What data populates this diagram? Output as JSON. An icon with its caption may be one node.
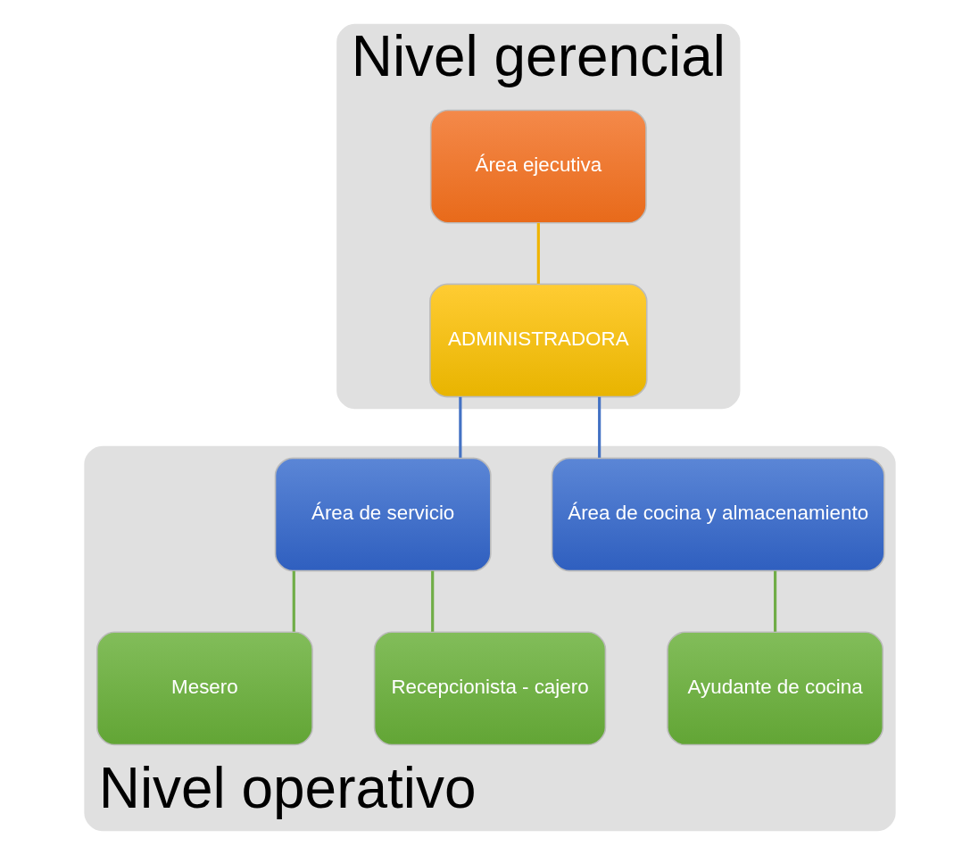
{
  "diagram": {
    "nodes": [
      {
        "text": [
          "Nivel gerencial"
        ]
      },
      {
        "text": [
          "Área ejecutiva"
        ],
        "in": 0
      },
      {
        "text": [
          "ADMINISTRADORA"
        ],
        "in": 0
      },
      {
        "text": [
          "Nivel operativo"
        ]
      },
      {
        "text": [
          "Área de cocina y almacenamiento"
        ],
        "in": 3
      },
      {
        "text": [
          "Área de servicio"
        ],
        "in": 3
      },
      {
        "text": [
          "Ayudante de cocina"
        ],
        "in": 3
      },
      {
        "text": [
          "Mesero"
        ],
        "in": 3
      },
      {
        "text": [
          "Recepcionista - cajero"
        ],
        "in": 3
      }
    ],
    "edges": [
      {
        "from": 1,
        "to": 2,
        "arrow": "none",
        "color": "#f0b400"
      },
      {
        "from": 2,
        "to": 4,
        "arrow": "none",
        "color": "#4472c4"
      },
      {
        "from": 2,
        "to": 5,
        "arrow": "none",
        "color": "#4472c4"
      },
      {
        "from": 4,
        "to": 6,
        "arrow": "none",
        "color": "#70ad47"
      },
      {
        "from": 5,
        "to": 7,
        "arrow": "none",
        "color": "#70ad47"
      },
      {
        "from": 5,
        "to": 8,
        "arrow": "none",
        "color": "#70ad47"
      }
    ]
  }
}
